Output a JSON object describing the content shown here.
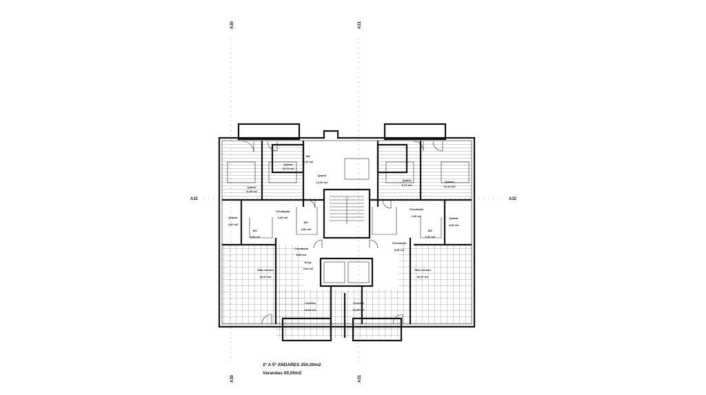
{
  "axes": {
    "top_left": "A30",
    "top_right": "A31",
    "bottom_left": "A30",
    "bottom_right": "A31",
    "mid_left": "A32",
    "mid_right": "A32"
  },
  "notes": {
    "floor_area": "2º A 5º ANDARES 250,00m2",
    "balconies": "Varandas 00,00m2"
  },
  "rooms": [
    {
      "name": "Quarto",
      "area": "11,56 m2"
    },
    {
      "name": "Quarto",
      "area": "10,76 m2"
    },
    {
      "name": "WC",
      "area": "3,40 m2"
    },
    {
      "name": "Quarto",
      "area": "14,30 m2"
    },
    {
      "name": "Circulação",
      "area": "3,40 m2"
    },
    {
      "name": "Quarto",
      "area": "4,60 m2"
    },
    {
      "name": "WC",
      "area": "3,54 m2"
    },
    {
      "name": "WC",
      "area": "4,92 m2"
    },
    {
      "name": "Circulação",
      "area": "5,60 m2"
    },
    {
      "name": "Sala comum",
      "area": "26,37 m2"
    },
    {
      "name": "Desp.",
      "area": "3,64 m2"
    },
    {
      "name": "Cozinha",
      "area": "10,68 m2"
    },
    {
      "name": "Quarto",
      "area": "9,71 m2"
    },
    {
      "name": "Quarto",
      "area": "10,14 m2"
    },
    {
      "name": "Circulação",
      "area": "1,66 m2"
    },
    {
      "name": "Quarto",
      "area": "4,60 m2"
    },
    {
      "name": "WC",
      "area": "3,51 m2"
    },
    {
      "name": "Circulação",
      "area": "5,40 m2"
    },
    {
      "name": "Sala comum",
      "area": "26,37 m2"
    },
    {
      "name": "Cozinha",
      "area": "10,68 m2"
    }
  ]
}
